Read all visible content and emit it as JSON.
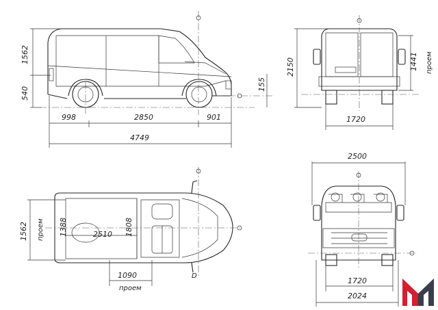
{
  "side_view": {
    "height_upper": "1562",
    "height_lower": "540",
    "ground_clearance": "155",
    "front_overhang": "998",
    "wheelbase": "2850",
    "rear_overhang": "901",
    "total_length": "4749"
  },
  "rear_view": {
    "total_height": "2150",
    "door_opening_height": "1441",
    "door_opening_label": "проем",
    "track_width": "1720"
  },
  "top_view": {
    "cargo_width": "1562",
    "cargo_width_label": "проем",
    "inner_width": "1388",
    "cargo_length": "2510",
    "body_width": "1808",
    "side_door_opening": "1090",
    "side_door_label": "проем"
  },
  "front_view": {
    "mirror_width": "2500",
    "track_width": "1720",
    "body_width": "2024"
  },
  "colors": {
    "logo_red": "#d22030",
    "logo_dark": "#3a3d4a"
  }
}
